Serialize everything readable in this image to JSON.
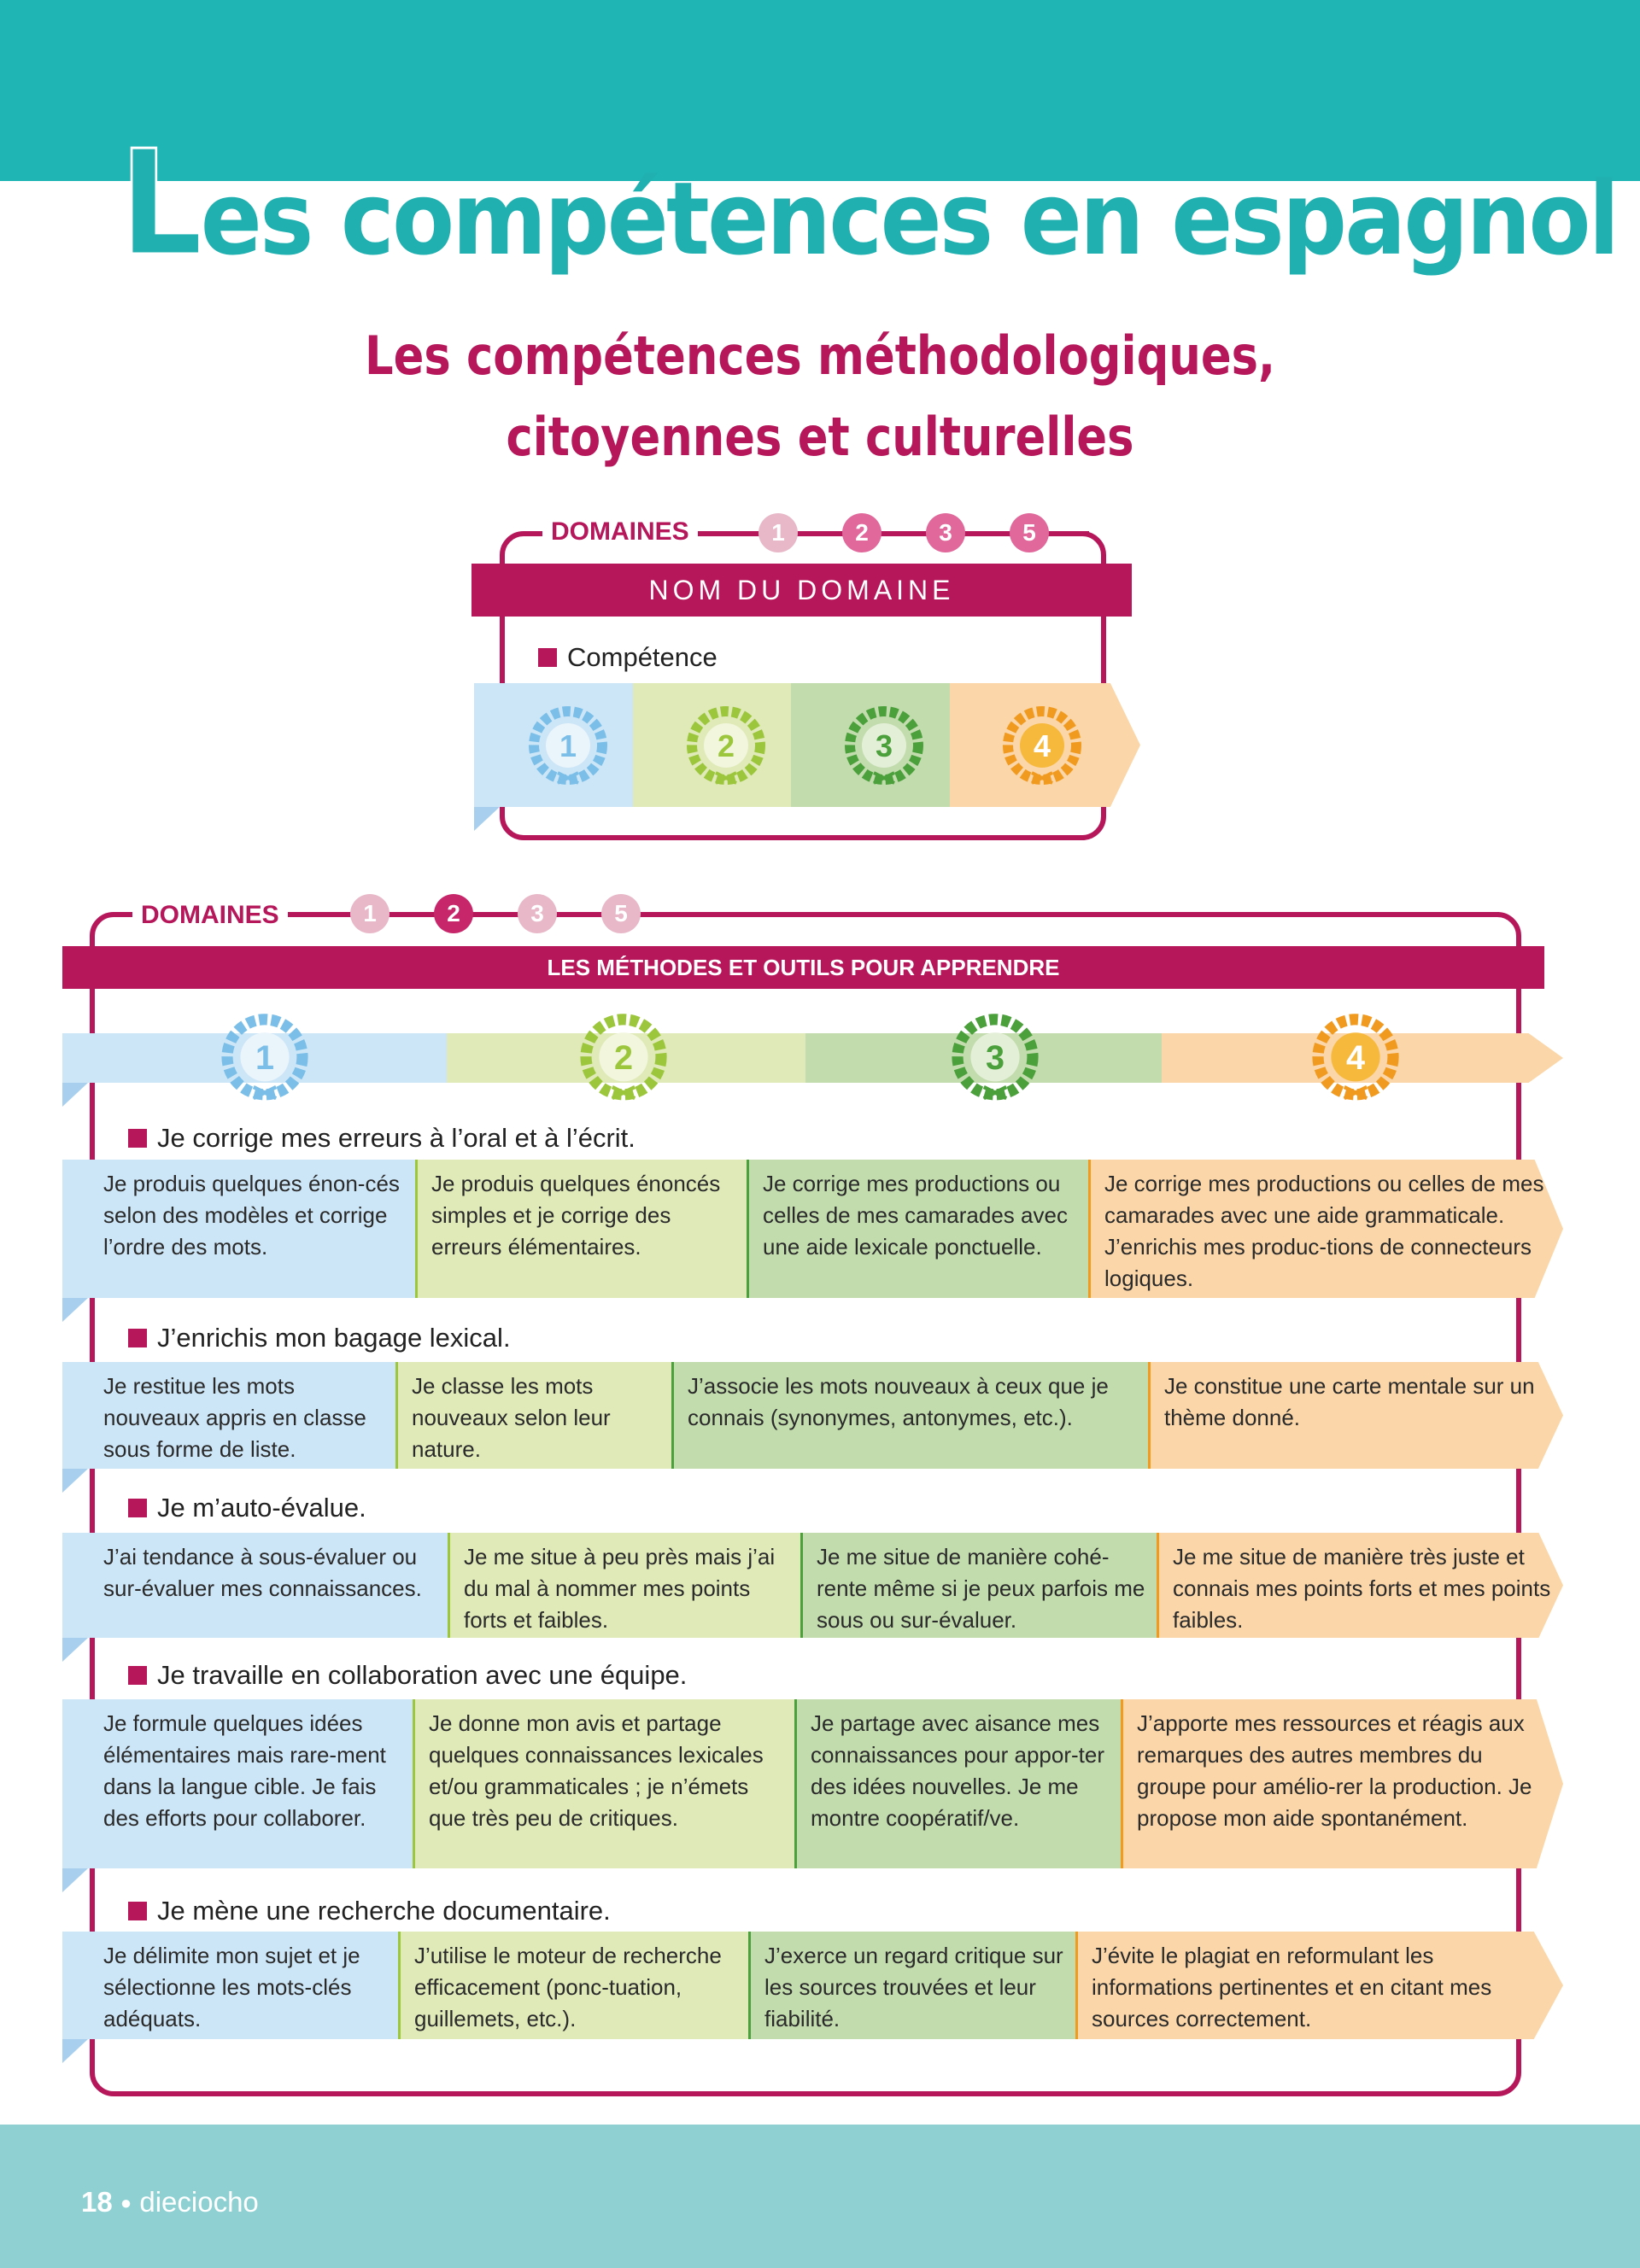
{
  "page": {
    "title_first": "L",
    "title_rest": "es compétences en espagnol",
    "subtitle_line1": "Les compétences méthodologiques,",
    "subtitle_line2": "citoyennes et culturelles"
  },
  "legend": {
    "domaines_label": "DOMAINES",
    "domains": [
      "1",
      "2",
      "3",
      "5"
    ],
    "domain_name": "NOM DU DOMAINE",
    "competence": "Compétence",
    "levels": [
      "1",
      "2",
      "3",
      "4"
    ]
  },
  "main": {
    "domaines_label": "DOMAINES",
    "domains": [
      "1",
      "2",
      "3",
      "5"
    ],
    "active_domain": "2",
    "domain_name": "LES MÉTHODES ET OUTILS POUR APPRENDRE",
    "levels": [
      "1",
      "2",
      "3",
      "4"
    ],
    "competences": [
      {
        "title": "Je corrige mes erreurs à l’oral et à l’écrit.",
        "levels": [
          "Je produis quelques énon-cés selon des modèles et corrige l’ordre des mots.",
          "Je produis quelques énoncés simples et je corrige des erreurs élémentaires.",
          "Je corrige mes productions ou celles de mes camarades avec une aide lexicale ponctuelle.",
          "Je corrige mes productions ou celles de mes camarades avec une aide grammaticale. J’enrichis mes produc-tions de connecteurs logiques."
        ]
      },
      {
        "title": "J’enrichis mon bagage lexical.",
        "levels": [
          "Je restitue les mots nouveaux appris en classe sous forme de liste.",
          "Je classe les mots nouveaux selon leur nature.",
          "J’associe les mots nouveaux à ceux que je connais (synonymes, antonymes, etc.).",
          "Je constitue une carte mentale sur un thème donné."
        ]
      },
      {
        "title": "Je m’auto-évalue.",
        "levels": [
          "J’ai tendance à sous-évaluer ou sur-évaluer mes connaissances.",
          "Je me situe à peu près mais j’ai du mal à nommer mes points forts et faibles.",
          "Je me situe de manière cohé-rente même si je peux parfois me sous ou sur-évaluer.",
          "Je me situe de manière très juste et connais mes points forts et mes points faibles."
        ]
      },
      {
        "title": "Je travaille en collaboration avec une équipe.",
        "levels": [
          "Je formule quelques idées élémentaires mais rare-ment dans la langue cible. Je fais des efforts pour collaborer.",
          "Je donne mon avis et partage quelques connaissances lexicales et/ou grammaticales ; je n’émets que très peu de critiques.",
          "Je partage avec aisance mes connaissances pour appor-ter des idées nouvelles. Je me montre coopératif/ve.",
          "J’apporte mes ressources et réagis aux remarques des autres membres du groupe pour amélio-rer la production. Je propose mon aide spontanément."
        ]
      },
      {
        "title": "Je mène une recherche documentaire.",
        "levels": [
          "Je délimite mon sujet et je sélectionne les mots-clés adéquats.",
          "J’utilise le moteur de recherche efficacement (ponc-tuation, guillemets, etc.).",
          "J’exerce un regard critique sur les sources trouvées et leur fiabilité.",
          "J’évite le plagiat en reformulant les informations pertinentes et en citant mes sources correctement."
        ]
      }
    ]
  },
  "footer": {
    "page_number": "18",
    "bullet": "●",
    "page_word": "dieciocho"
  },
  "colors": {
    "teal": "#1fb5b5",
    "magenta": "#b5175a",
    "level1": "#cde6f7",
    "level2": "#dfeab8",
    "level3": "#c3dcae",
    "level4": "#fbd6a8"
  }
}
